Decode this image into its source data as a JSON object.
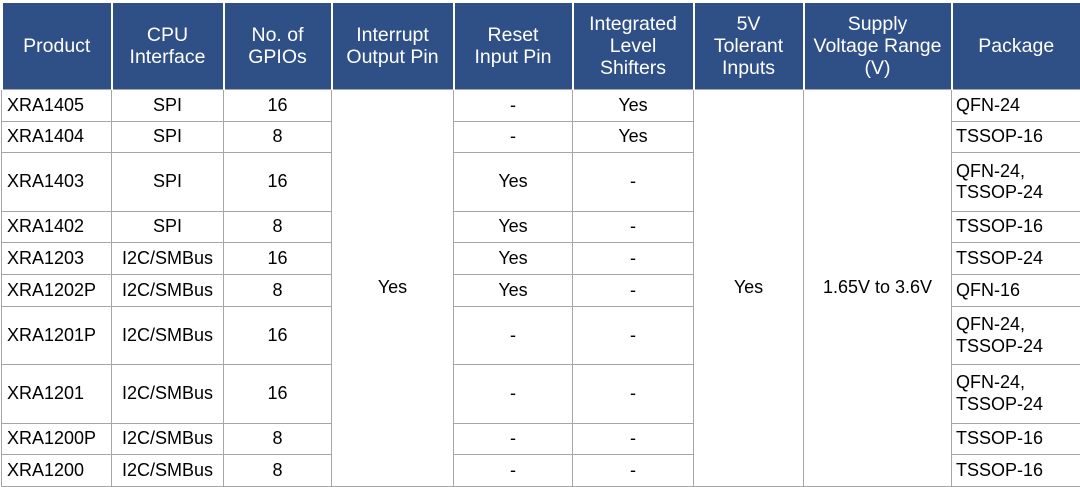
{
  "table": {
    "name": "product-selection-table",
    "header_bg": "#2e5086",
    "header_text_color": "#ffffff",
    "grid_color": "#a6a6a6",
    "columns": [
      {
        "key": "product",
        "label": "Product"
      },
      {
        "key": "cpu_interface",
        "label": "CPU\nInterface"
      },
      {
        "key": "gpios",
        "label": "No. of\nGPIOs"
      },
      {
        "key": "interrupt",
        "label": "Interrupt\nOutput Pin"
      },
      {
        "key": "reset",
        "label": "Reset\nInput Pin"
      },
      {
        "key": "level_shifters",
        "label": "Integrated\nLevel\nShifters"
      },
      {
        "key": "tolerant_5v",
        "label": "5V\nTolerant\nInputs"
      },
      {
        "key": "supply_voltage",
        "label": "Supply\nVoltage Range\n(V)"
      },
      {
        "key": "package",
        "label": "Package"
      }
    ],
    "merged": {
      "interrupt_output_pin": "Yes",
      "tolerant_5v_inputs": "Yes",
      "supply_voltage_range": "1.65V to 3.6V"
    },
    "rows": [
      {
        "product": "XRA1405",
        "cpu_interface": "SPI",
        "gpios": "16",
        "reset": "-",
        "level_shifters": "Yes",
        "package": "QFN-24",
        "tall": false
      },
      {
        "product": "XRA1404",
        "cpu_interface": "SPI",
        "gpios": "8",
        "reset": "-",
        "level_shifters": "Yes",
        "package": "TSSOP-16",
        "tall": false
      },
      {
        "product": "XRA1403",
        "cpu_interface": "SPI",
        "gpios": "16",
        "reset": "Yes",
        "level_shifters": "-",
        "package": "QFN-24,\nTSSOP-24",
        "tall": true
      },
      {
        "product": "XRA1402",
        "cpu_interface": "SPI",
        "gpios": "8",
        "reset": "Yes",
        "level_shifters": "-",
        "package": "TSSOP-16",
        "tall": false
      },
      {
        "product": "XRA1203",
        "cpu_interface": "I2C/SMBus",
        "gpios": "16",
        "reset": "Yes",
        "level_shifters": "-",
        "package": "TSSOP-24",
        "tall": false
      },
      {
        "product": "XRA1202P",
        "cpu_interface": "I2C/SMBus",
        "gpios": "8",
        "reset": "Yes",
        "level_shifters": "-",
        "package": "QFN-16",
        "tall": false
      },
      {
        "product": "XRA1201P",
        "cpu_interface": "I2C/SMBus",
        "gpios": "16",
        "reset": "-",
        "level_shifters": "-",
        "package": "QFN-24,\nTSSOP-24",
        "tall": true
      },
      {
        "product": "XRA1201",
        "cpu_interface": "I2C/SMBus",
        "gpios": "16",
        "reset": "-",
        "level_shifters": "-",
        "package": "QFN-24,\nTSSOP-24",
        "tall": true
      },
      {
        "product": "XRA1200P",
        "cpu_interface": "I2C/SMBus",
        "gpios": "8",
        "reset": "-",
        "level_shifters": "-",
        "package": "TSSOP-16",
        "tall": false
      },
      {
        "product": "XRA1200",
        "cpu_interface": "I2C/SMBus",
        "gpios": "8",
        "reset": "-",
        "level_shifters": "-",
        "package": "TSSOP-16",
        "tall": false
      }
    ]
  }
}
